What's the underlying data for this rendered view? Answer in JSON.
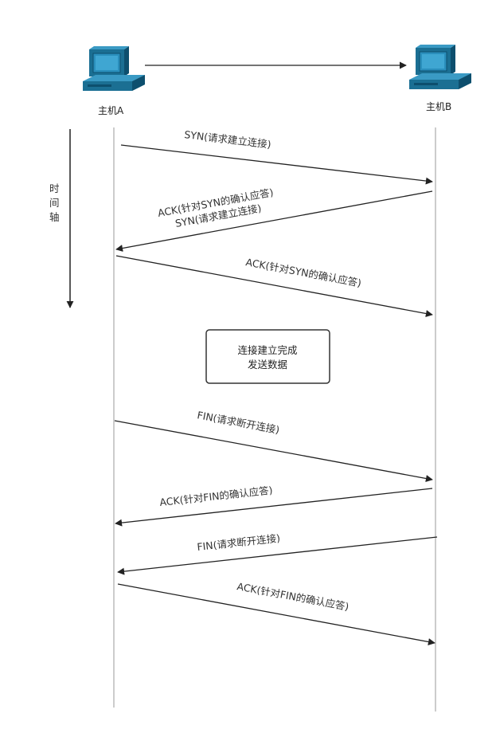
{
  "hosts": {
    "a": {
      "label": "主机A"
    },
    "b": {
      "label": "主机B"
    }
  },
  "time_axis": {
    "chars": [
      "时",
      "间",
      "轴"
    ]
  },
  "messages": [
    {
      "id": "syn-1",
      "from": "a",
      "to": "b",
      "lines": [
        "SYN(请求建立连接)"
      ]
    },
    {
      "id": "syn-ack",
      "from": "b",
      "to": "a",
      "lines": [
        "ACK(针对SYN的确认应答)",
        "SYN(请求建立连接)"
      ]
    },
    {
      "id": "ack-1",
      "from": "a",
      "to": "b",
      "lines": [
        "ACK(针对SYN的确认应答)"
      ]
    },
    {
      "id": "fin-1",
      "from": "a",
      "to": "b",
      "lines": [
        "FIN(请求断开连接)"
      ]
    },
    {
      "id": "ack-fin-1",
      "from": "b",
      "to": "a",
      "lines": [
        "ACK(针对FIN的确认应答)"
      ]
    },
    {
      "id": "fin-2",
      "from": "b",
      "to": "a",
      "lines": [
        "FIN(请求断开连接)"
      ]
    },
    {
      "id": "ack-fin-2",
      "from": "a",
      "to": "b",
      "lines": [
        "ACK(针对FIN的确认应答)"
      ]
    }
  ],
  "status_box": {
    "lines": [
      "连接建立完成",
      "发送数据"
    ]
  },
  "colors": {
    "line": "#222222",
    "lifeline": "#999999",
    "computer": "#1b6f93",
    "computer_dark": "#0d4f6e",
    "screen": "#2a8fbc"
  }
}
